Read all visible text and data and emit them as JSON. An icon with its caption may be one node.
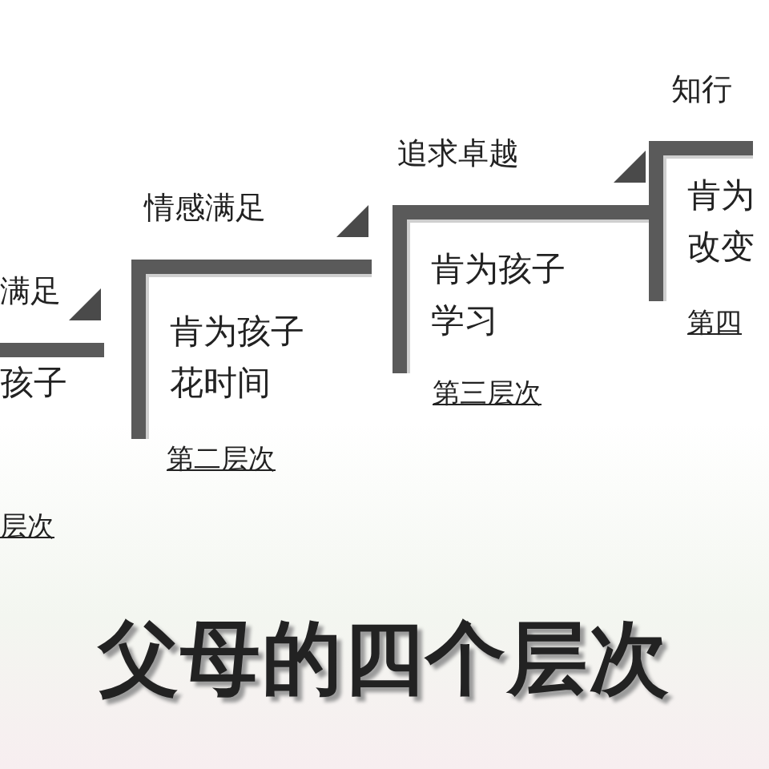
{
  "diagram": {
    "title": "父母的四个层次",
    "nodes": [
      {
        "text": [
          "满足",
          "孩子"
        ]
      },
      {
        "text": [
          "情感满足",
          "肯为孩子花时间"
        ]
      },
      {
        "text": [
          "追求卓越",
          "肯为孩子学习"
        ]
      },
      {
        "text": [
          "知行",
          "肯为改变"
        ]
      }
    ],
    "labels": [
      "层次",
      "第二层次",
      "第三层次",
      "第四"
    ]
  }
}
